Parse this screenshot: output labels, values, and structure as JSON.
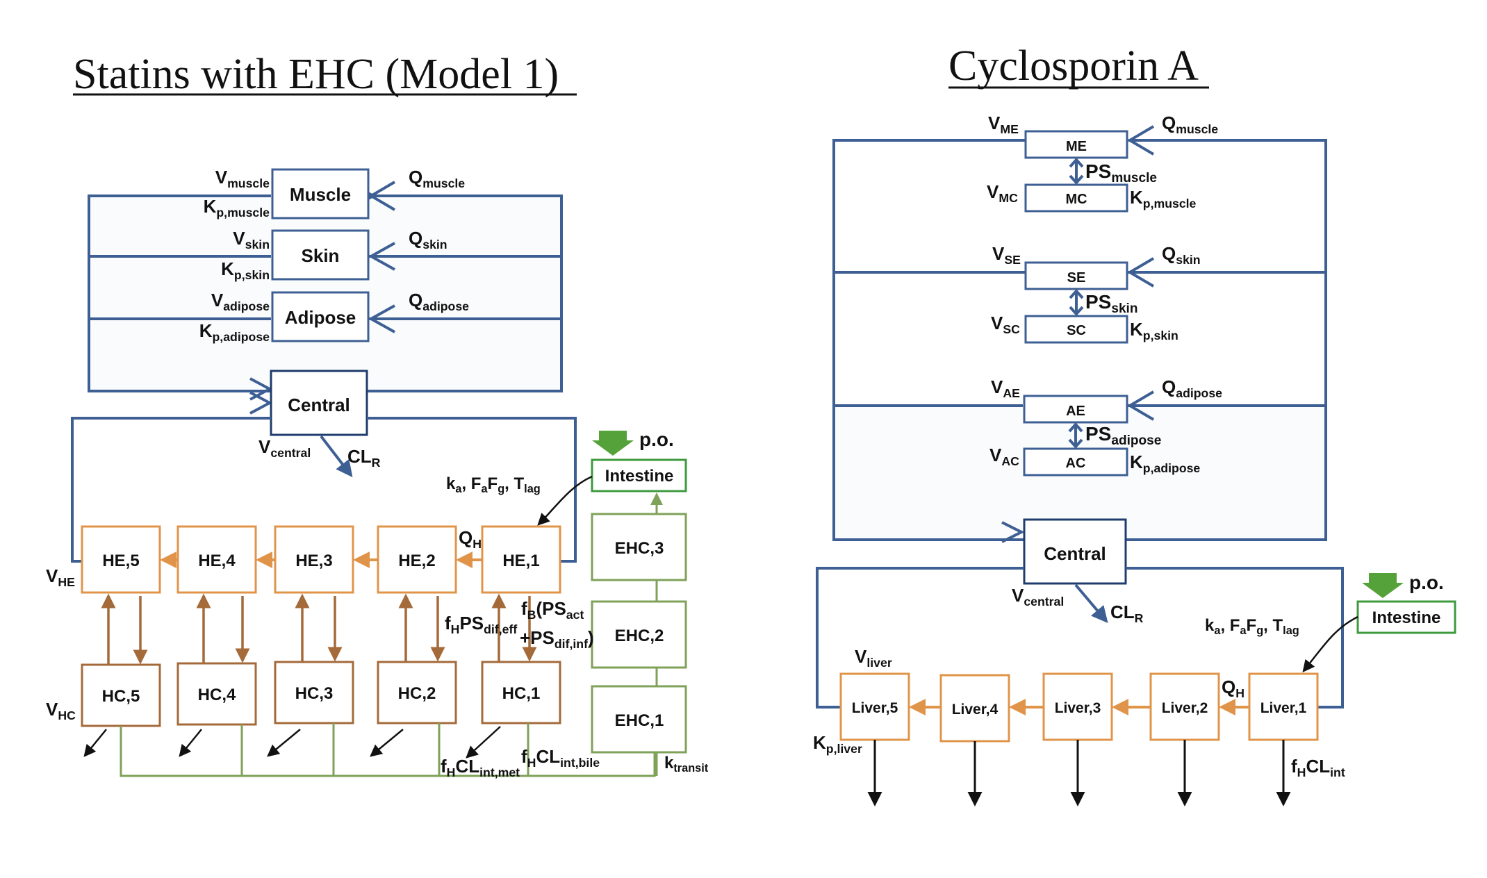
{
  "left": {
    "title": "Statins with EHC (Model 1)",
    "organs": [
      {
        "name": "Muscle",
        "v_main": "V",
        "v_sub": "muscle",
        "k_main": "K",
        "k_sub": "p,muscle",
        "q_main": "Q",
        "q_sub": "muscle"
      },
      {
        "name": "Skin",
        "v_main": "V",
        "v_sub": "skin",
        "k_main": "K",
        "k_sub": "p,skin",
        "q_main": "Q",
        "q_sub": "skin"
      },
      {
        "name": "Adipose",
        "v_main": "V",
        "v_sub": "adipose",
        "k_main": "K",
        "k_sub": "p,adipose",
        "q_main": "Q",
        "q_sub": "adipose"
      }
    ],
    "central": "Central",
    "vcentral_main": "V",
    "vcentral_sub": "central",
    "clr_main": "CL",
    "clr_sub": "R",
    "po": "p.o.",
    "intestine": "Intestine",
    "ka_label": {
      "k": "k",
      "a": "a",
      "mid": ", F",
      "a2": "a",
      "f": "F",
      "g": "g",
      "t": ", T",
      "lag": "lag"
    },
    "he_boxes": [
      "HE,5",
      "HE,4",
      "HE,3",
      "HE,2",
      "HE,1"
    ],
    "hc_boxes": [
      "HC,5",
      "HC,4",
      "HC,3",
      "HC,2",
      "HC,1"
    ],
    "ehc_boxes": [
      "EHC,3",
      "EHC,2",
      "EHC,1"
    ],
    "qh_main": "Q",
    "qh_sub": "H",
    "vhe_main": "V",
    "vhe_sub": "HE",
    "vhc_main": "V",
    "vhc_sub": "HC",
    "fhps": {
      "f": "f",
      "h": "H",
      "ps": "PS",
      "sub": "dif,eff"
    },
    "fbps": {
      "f": "f",
      "b": "B",
      "open": "(PS",
      "sub": "act",
      "plus": "+PS",
      "sub2": "dif,inf",
      "close": ")"
    },
    "fhclmet": {
      "f": "f",
      "h": "H",
      "cl": "CL",
      "sub": "int,met"
    },
    "fhclbile": {
      "f": "f",
      "h": "H",
      "cl": "CL",
      "sub": "int,bile"
    },
    "ktransit": {
      "k": "k",
      "sub": "transit"
    }
  },
  "right": {
    "title": "Cyclosporin A",
    "organs": [
      {
        "e": "ME",
        "c": "MC",
        "ve_sub": "ME",
        "vc_sub": "MC",
        "q_sub": "muscle",
        "ps_sub": "muscle",
        "k_sub": "p,muscle"
      },
      {
        "e": "SE",
        "c": "SC",
        "ve_sub": "SE",
        "vc_sub": "SC",
        "q_sub": "skin",
        "ps_sub": "skin",
        "k_sub": "p,skin"
      },
      {
        "e": "AE",
        "c": "AC",
        "ve_sub": "AE",
        "vc_sub": "AC",
        "q_sub": "adipose",
        "ps_sub": "adipose",
        "k_sub": "p,adipose"
      }
    ],
    "v": "V",
    "q": "Q",
    "ps": "PS",
    "k": "K",
    "central": "Central",
    "vcentral_main": "V",
    "vcentral_sub": "central",
    "clr_main": "CL",
    "clr_sub": "R",
    "po": "p.o.",
    "intestine": "Intestine",
    "ka_label": {
      "k": "k",
      "a": "a",
      "mid": ", F",
      "a2": "a",
      "f": "F",
      "g": "g",
      "t": ", T",
      "lag": "lag"
    },
    "liver_boxes": [
      "Liver,5",
      "Liver,4",
      "Liver,3",
      "Liver,2",
      "Liver,1"
    ],
    "vliver_main": "V",
    "vliver_sub": "liver",
    "kpliver_main": "K",
    "kpliver_sub": "p,liver",
    "qh_main": "Q",
    "qh_sub": "H",
    "fhcl": {
      "f": "f",
      "h": "H",
      "cl": "CL",
      "sub": "int"
    }
  },
  "colors": {
    "blue": "#3d5f93",
    "orange": "#e0944a",
    "brown": "#a46a3a",
    "green": "#7fa158",
    "greenbox": "#3d9a3d",
    "arrowgreen": "#55a23a"
  }
}
